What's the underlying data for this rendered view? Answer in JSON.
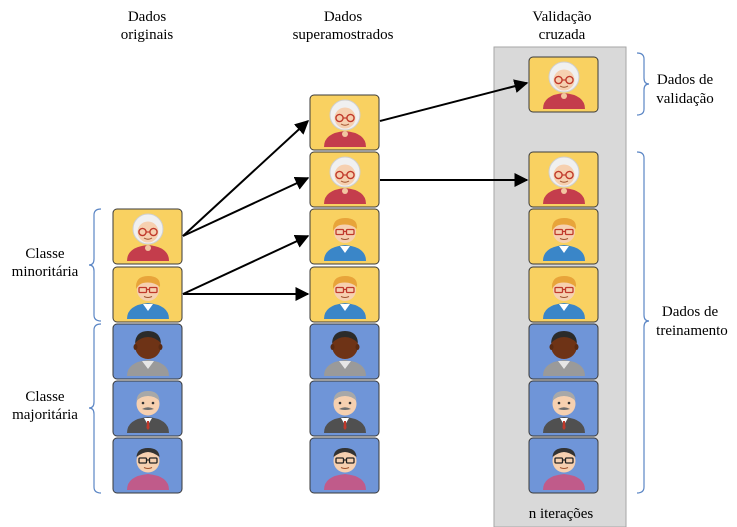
{
  "columns": {
    "original": {
      "line1": "Dados",
      "line2": "originais"
    },
    "oversampled": {
      "line1": "Dados",
      "line2": "superamostrados"
    },
    "crossval": {
      "line1": "Validação",
      "line2": "cruzada"
    }
  },
  "groups": {
    "minority": {
      "line1": "Classe",
      "line2": "minoritária"
    },
    "majority": {
      "line1": "Classe",
      "line2": "majoritária"
    },
    "validation": {
      "line1": "Dados de",
      "line2": "validação"
    },
    "training": {
      "line1": "Dados de",
      "line2": "treinamento"
    }
  },
  "footer": {
    "iterations": "n iterações"
  },
  "colors": {
    "minority_card": "#f9d161",
    "majority_card": "#6f95d8",
    "crossval_panel": "#d9d9d9",
    "bracket": "#5b86c5"
  },
  "icons": {
    "old_woman": "old-woman-avatar-icon",
    "blond_man": "blond-man-avatar-icon",
    "dark_man": "dark-skinned-man-avatar-icon",
    "old_man": "old-man-mustache-avatar-icon",
    "glasses_man": "man-glasses-avatar-icon"
  }
}
